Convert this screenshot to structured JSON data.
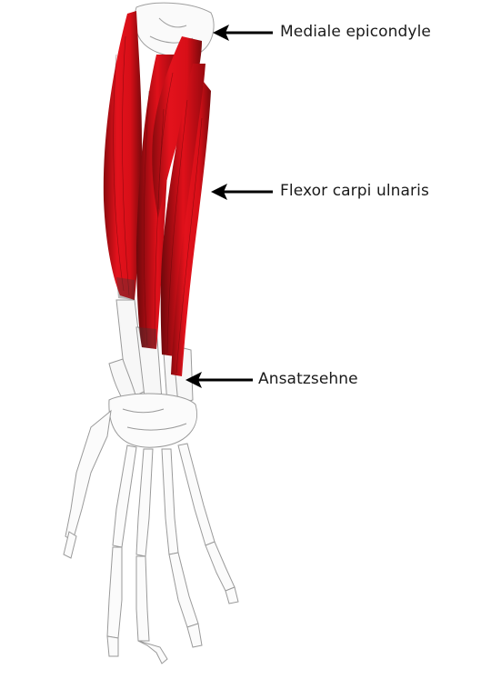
{
  "labels": {
    "epicondyle": "Mediale epicondyle",
    "fcu": "Flexor carpi ulnaris",
    "tendon": "Ansatzsehne"
  },
  "colors": {
    "muscle": "#e0101a",
    "muscle_dark": "#7a0a0c",
    "bone_outline": "#9a9a9a",
    "arrow": "#000000"
  }
}
